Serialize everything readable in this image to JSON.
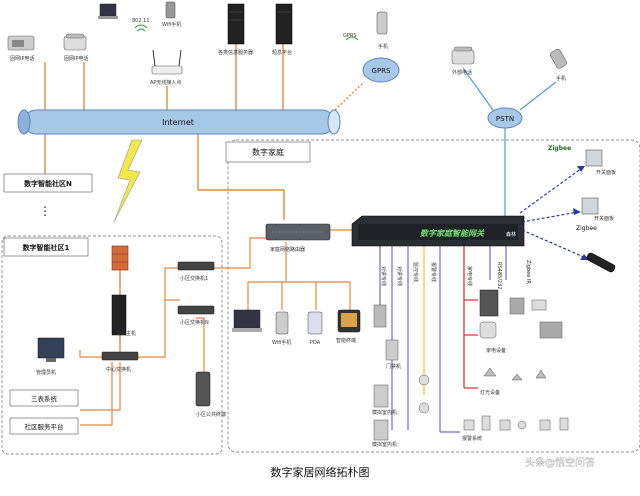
{
  "title": "数字家居网络拓朴图",
  "watermark": "头条@悟空问答",
  "backbone": {
    "internet": "Internet",
    "gprs": "GPRS",
    "pstn": "PSTN"
  },
  "top_left": {
    "ip_phone1": "固网IP电话",
    "ip_phone2": "固网IP电话",
    "ap": "AP无线接入点",
    "wlan_std": "802.11",
    "wifi_phone": "Wifi手机",
    "servers": "各类信息服务器",
    "platform": "短息平台",
    "gprs_label": "GPRS",
    "mobile": "手机"
  },
  "top_right": {
    "ext_phone": "外部电话",
    "mobile": "手机"
  },
  "community": {
    "community_n": "数字智能社区N",
    "dots": "⋮",
    "community_1": "数字智能社区1",
    "gateway": "出口主机",
    "cluster_switch": "中心交换机",
    "sub_switch1": "小区交换机1",
    "sub_switch2": "小区交换机N",
    "admin": "管理员机",
    "sys1": "三表系统",
    "sys2": "社区服务平台",
    "terminal": "小区公共终端"
  },
  "home": {
    "label": "数字家庭",
    "router": "家庭网络路由器",
    "wifi_phone": "Wifi手机",
    "pda": "PDA",
    "smart_terminal": "智能终端",
    "gateway": "数字家庭智能网关",
    "gw_brand": "森林",
    "zigbee_tag": "Zigbee",
    "zigbee": "Zigbee",
    "zigbee_dev1": "开关面板",
    "zigbee_dev2": "开关面板",
    "zigbee_ir": "Zigbee IR",
    "bus1": "对讲专线",
    "bus2": "对讲专线",
    "bus3": "监控专线",
    "bus4": "报警专线",
    "bus5": "家电专线",
    "bus6": "RS485/232",
    "indoor": "门禁机",
    "intercom1": "模拟室内机",
    "intercom2": "模拟室内机",
    "appliances": "家电设备",
    "lights": "灯光设备",
    "alarm": "报警系统"
  }
}
